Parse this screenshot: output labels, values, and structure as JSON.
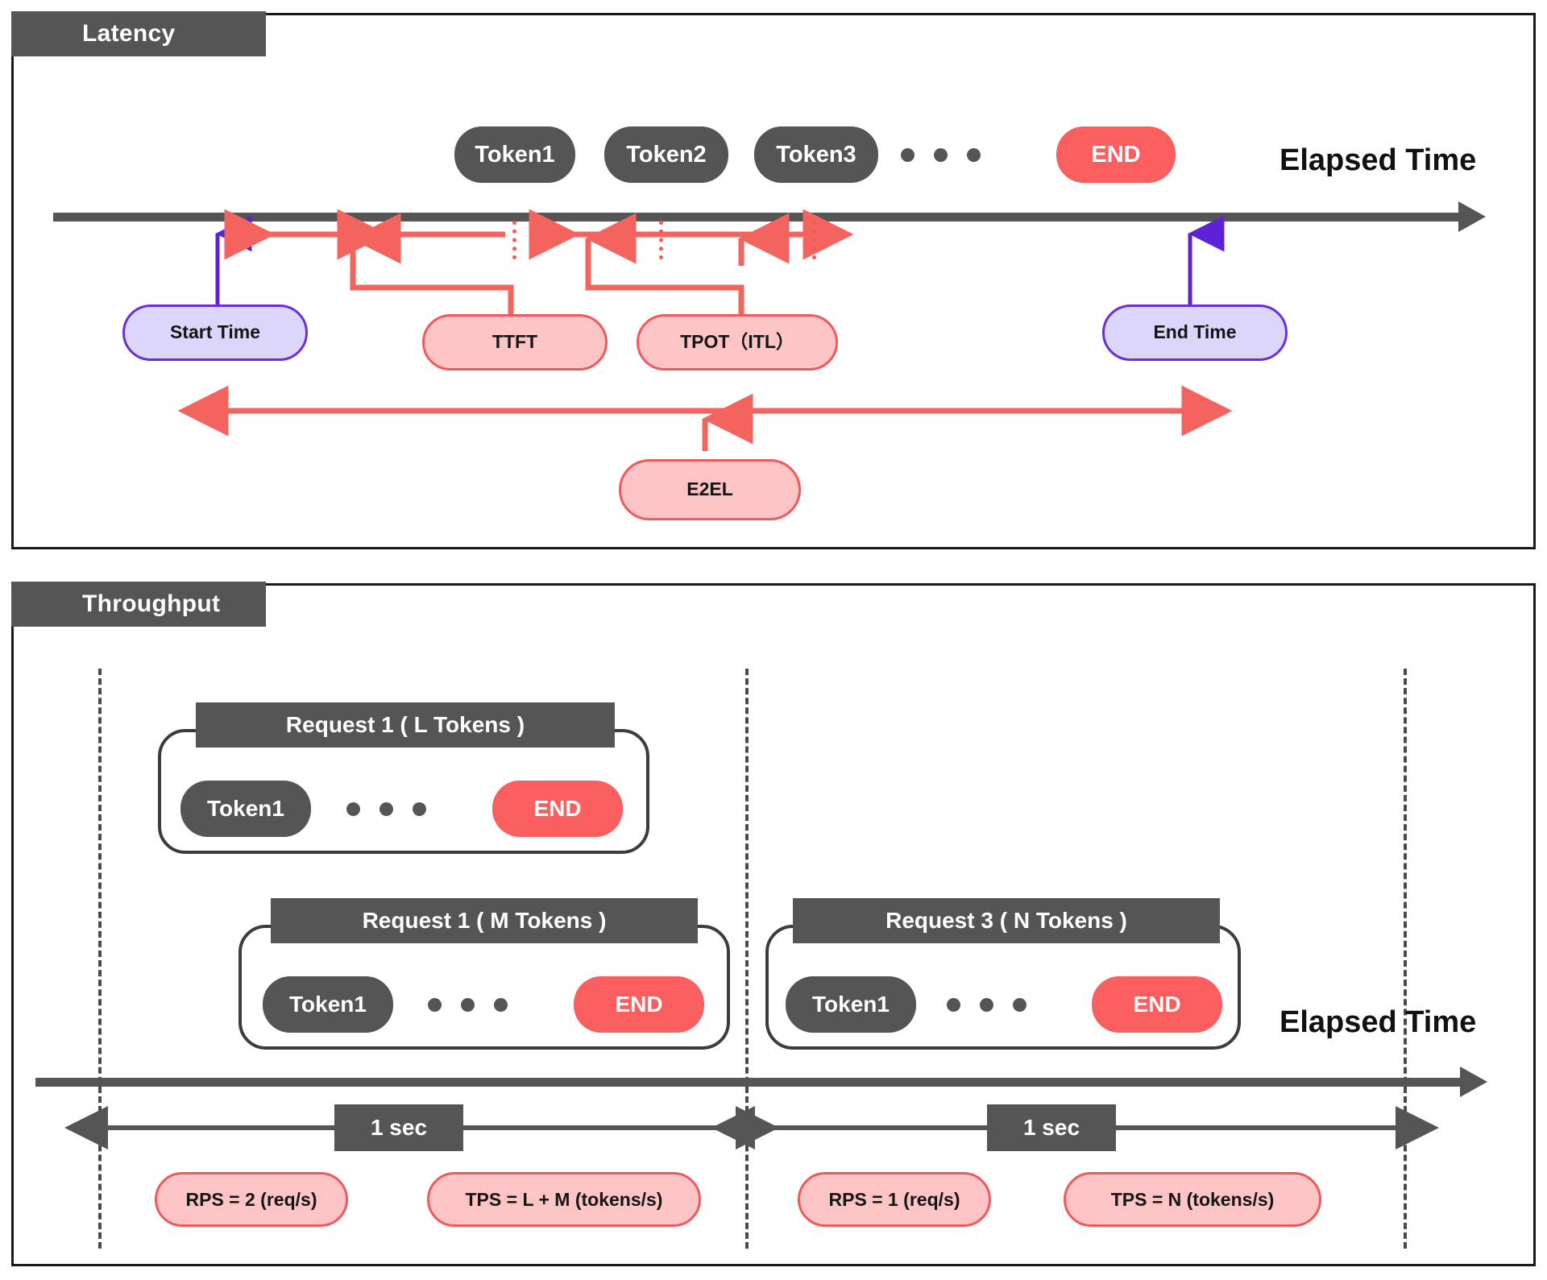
{
  "latency": {
    "title": "Latency",
    "elapsed_time_label": "Elapsed Time",
    "tokens": [
      {
        "label": "Token1"
      },
      {
        "label": "Token2"
      },
      {
        "label": "Token3"
      }
    ],
    "ellipsis_dots": 3,
    "end_token": "END",
    "markers": {
      "start_time": "Start Time",
      "end_time": "End Time"
    },
    "metrics": [
      {
        "id": "ttft",
        "label": "TTFT"
      },
      {
        "id": "tpot",
        "label": "TPOT（ITL）"
      },
      {
        "id": "e2el",
        "label": "E2EL"
      }
    ]
  },
  "throughput": {
    "title": "Throughput",
    "elapsed_time_label": "Elapsed Time",
    "requests": [
      {
        "header": "Request 1 ( L Tokens )",
        "first_token": "Token1",
        "end_token": "END",
        "dots": 3
      },
      {
        "header": "Request 1 ( M Tokens )",
        "first_token": "Token1",
        "end_token": "END",
        "dots": 3
      },
      {
        "header": "Request 3 ( N Tokens )",
        "first_token": "Token1",
        "end_token": "END",
        "dots": 3
      }
    ],
    "intervals": [
      {
        "duration_label": "1 sec",
        "rps_label": "RPS = 2 (req/s)",
        "tps_label": "TPS = L + M (tokens/s)"
      },
      {
        "duration_label": "1 sec",
        "rps_label": "RPS = 1 (req/s)",
        "tps_label": "TPS = N (tokens/s)"
      }
    ]
  },
  "colors": {
    "panel_border": "#1a1a1a",
    "header_gray": "#555555",
    "token_gray": "#555555",
    "end_red": "#fa5f5f",
    "metric_red_border": "#ef5a5a",
    "metric_red_fill": "#fcc4c4",
    "marker_purple_border": "#6b2fd6",
    "marker_purple_fill": "#ddd6fb",
    "arrow_red": "#f4645f",
    "background": "#ffffff"
  }
}
